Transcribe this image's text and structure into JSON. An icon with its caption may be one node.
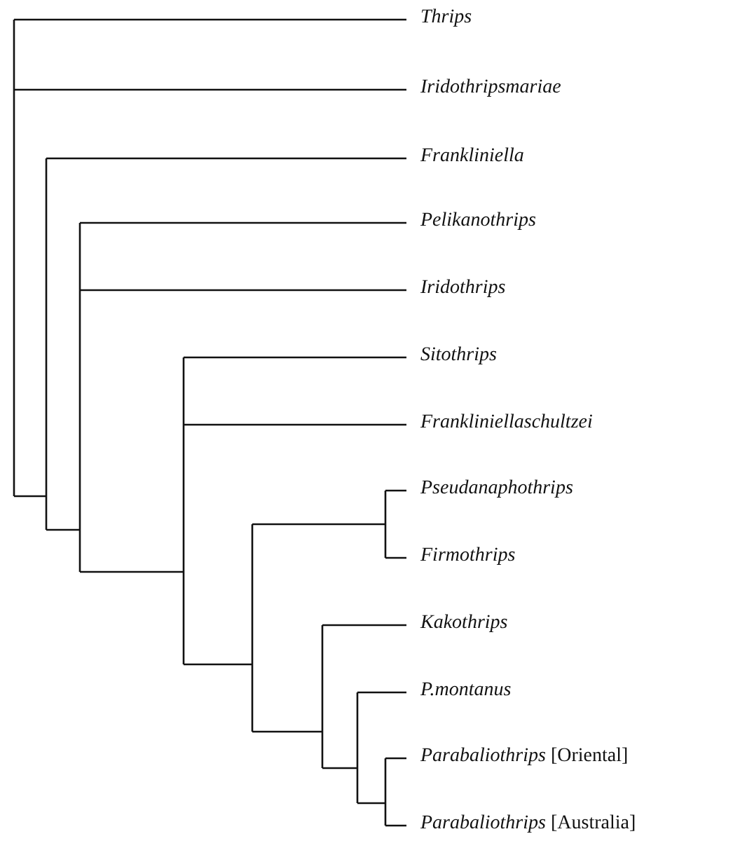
{
  "diagram": {
    "labels": [
      "Thrips",
      "Iridothripsmariae",
      "Frankliniella",
      "Pelikanothrips",
      "Iridothrips",
      "Sitothrips",
      "Frankliniellaschultzei",
      "Pseudanaphothrips",
      "Firmothrips",
      "Kakothrips",
      "P.montanus",
      "*Parabaliothrips* [Oriental]",
      "*Parabaliothrips* [Australia]"
    ]
  }
}
